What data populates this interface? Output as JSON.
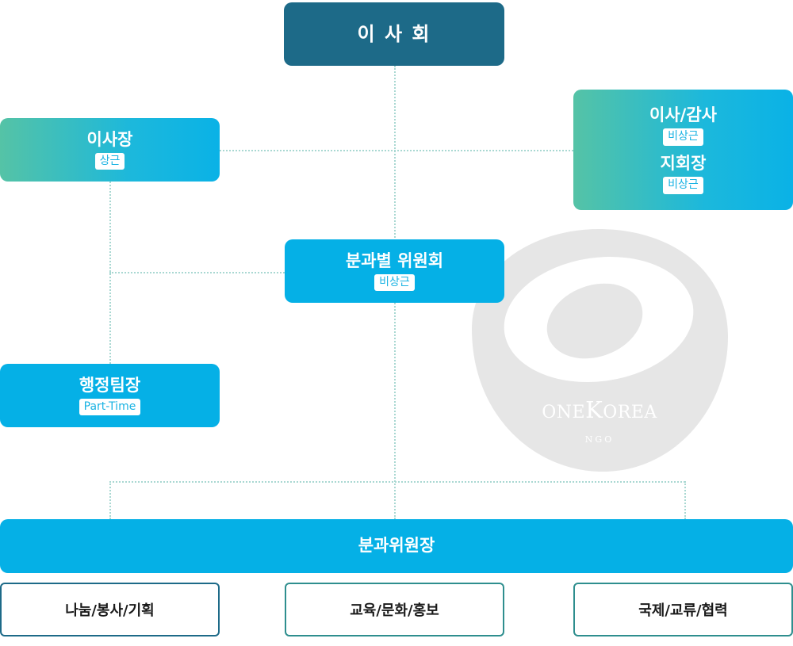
{
  "board": {
    "title": "이 사 회"
  },
  "chairman": {
    "title": "이사장",
    "badge": "상근"
  },
  "directors": {
    "items": [
      {
        "title": "이사/감사",
        "badge": "비상근"
      },
      {
        "title": "지회장",
        "badge": "비상근"
      }
    ]
  },
  "committee": {
    "title": "분과별 위원회",
    "badge": "비상근"
  },
  "admin_lead": {
    "title": "행정팀장",
    "badge": "Part-Time"
  },
  "division_heads": {
    "title": "분과위원장"
  },
  "divisions": [
    {
      "label": "나눔/봉사/기획"
    },
    {
      "label": "교육/문화/홍보"
    },
    {
      "label": "국제/교류/협력"
    }
  ],
  "logo": {
    "word_left": "ONE",
    "word_k": "K",
    "word_rest": "OREA",
    "sub": "NGO"
  },
  "colors": {
    "navy": "#1d6a88",
    "blue": "#05b0e6",
    "teal": "#55c3a6",
    "line": "#a9d8d2"
  }
}
